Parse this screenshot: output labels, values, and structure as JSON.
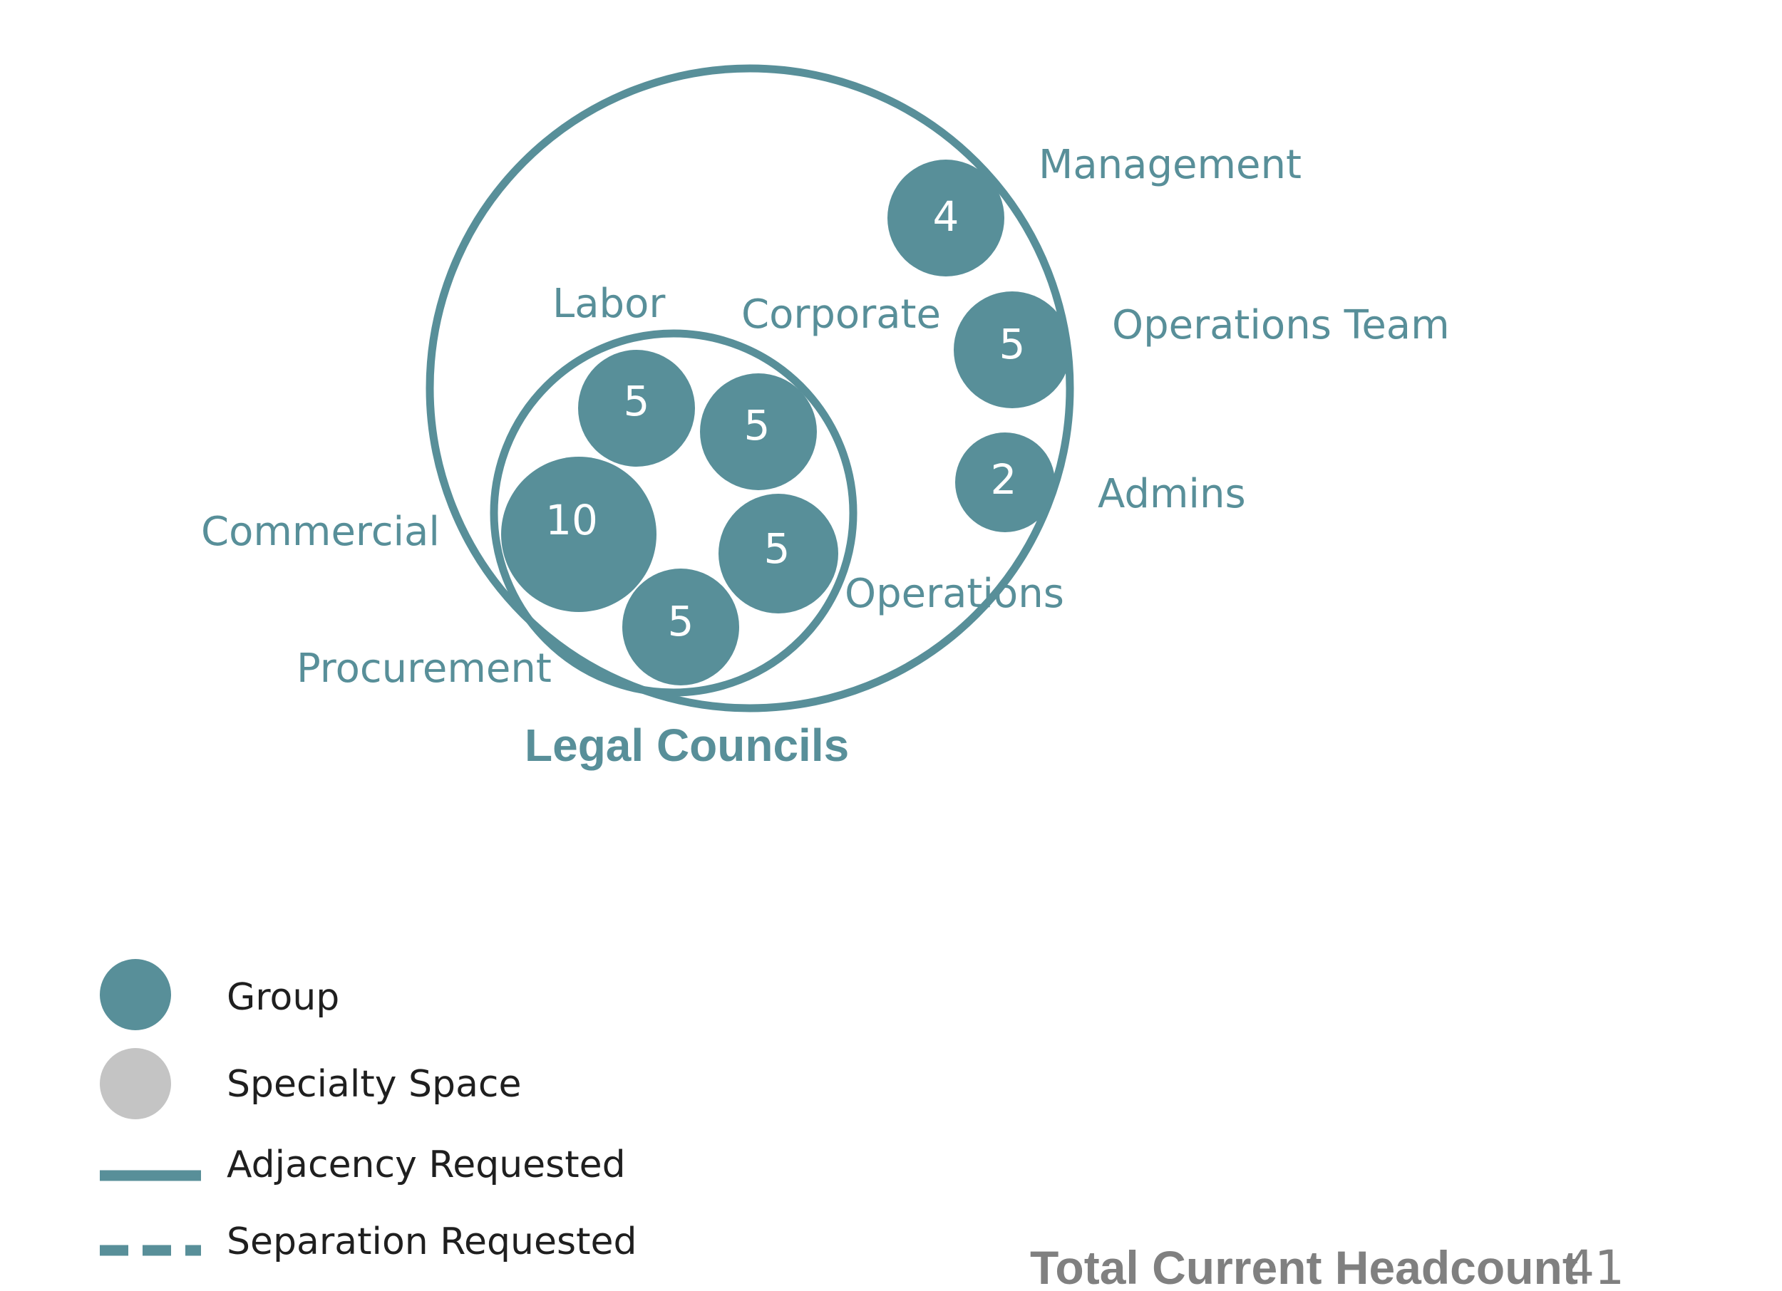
{
  "diagram": {
    "groups": [
      {
        "id": "management",
        "name": "Management",
        "count": "4"
      },
      {
        "id": "operations-team",
        "name": "Operations Team",
        "count": "5"
      },
      {
        "id": "admins",
        "name": "Admins",
        "count": "2"
      },
      {
        "id": "labor",
        "name": "Labor",
        "count": "5"
      },
      {
        "id": "corporate",
        "name": "Corporate",
        "count": "5"
      },
      {
        "id": "commercial",
        "name": "Commercial",
        "count": "10"
      },
      {
        "id": "operations",
        "name": "Operations",
        "count": "5"
      },
      {
        "id": "procurement",
        "name": "Procurement",
        "count": "5"
      }
    ],
    "cluster_label": "Legal Councils"
  },
  "legend": {
    "group": "Group",
    "specialty_space": "Specialty Space",
    "adjacency": "Adjacency Requested",
    "separation": "Separation Requested"
  },
  "total": {
    "label": "Total Current Headcount",
    "value": "41"
  },
  "colors": {
    "group": "#588f99",
    "specialty": "#c4c4c4",
    "total_text": "#808080"
  }
}
